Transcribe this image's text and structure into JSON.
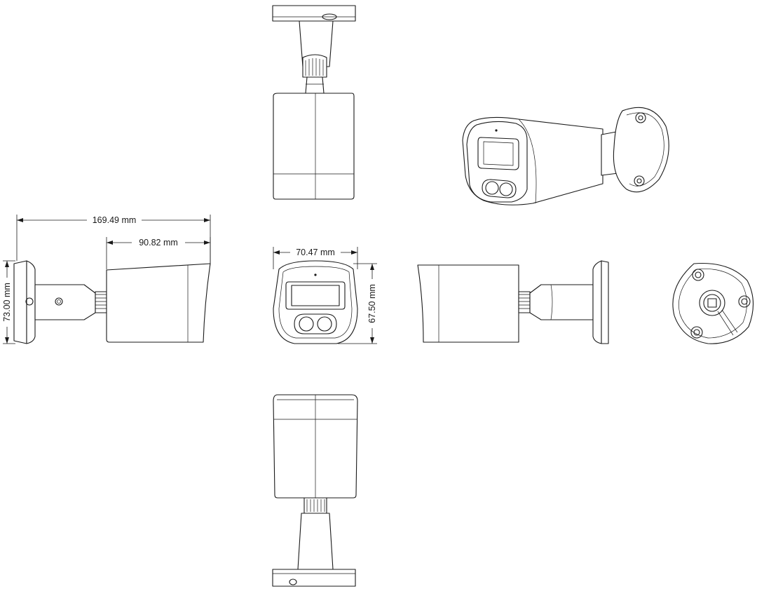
{
  "dimensions": {
    "overall_length": "169.49 mm",
    "body_length": "90.82 mm",
    "mount_height": "73.00 mm",
    "front_width": "70.47 mm",
    "front_height": "67.50 mm"
  },
  "colors": {
    "line": "#1a1a1a",
    "background": "#ffffff"
  }
}
